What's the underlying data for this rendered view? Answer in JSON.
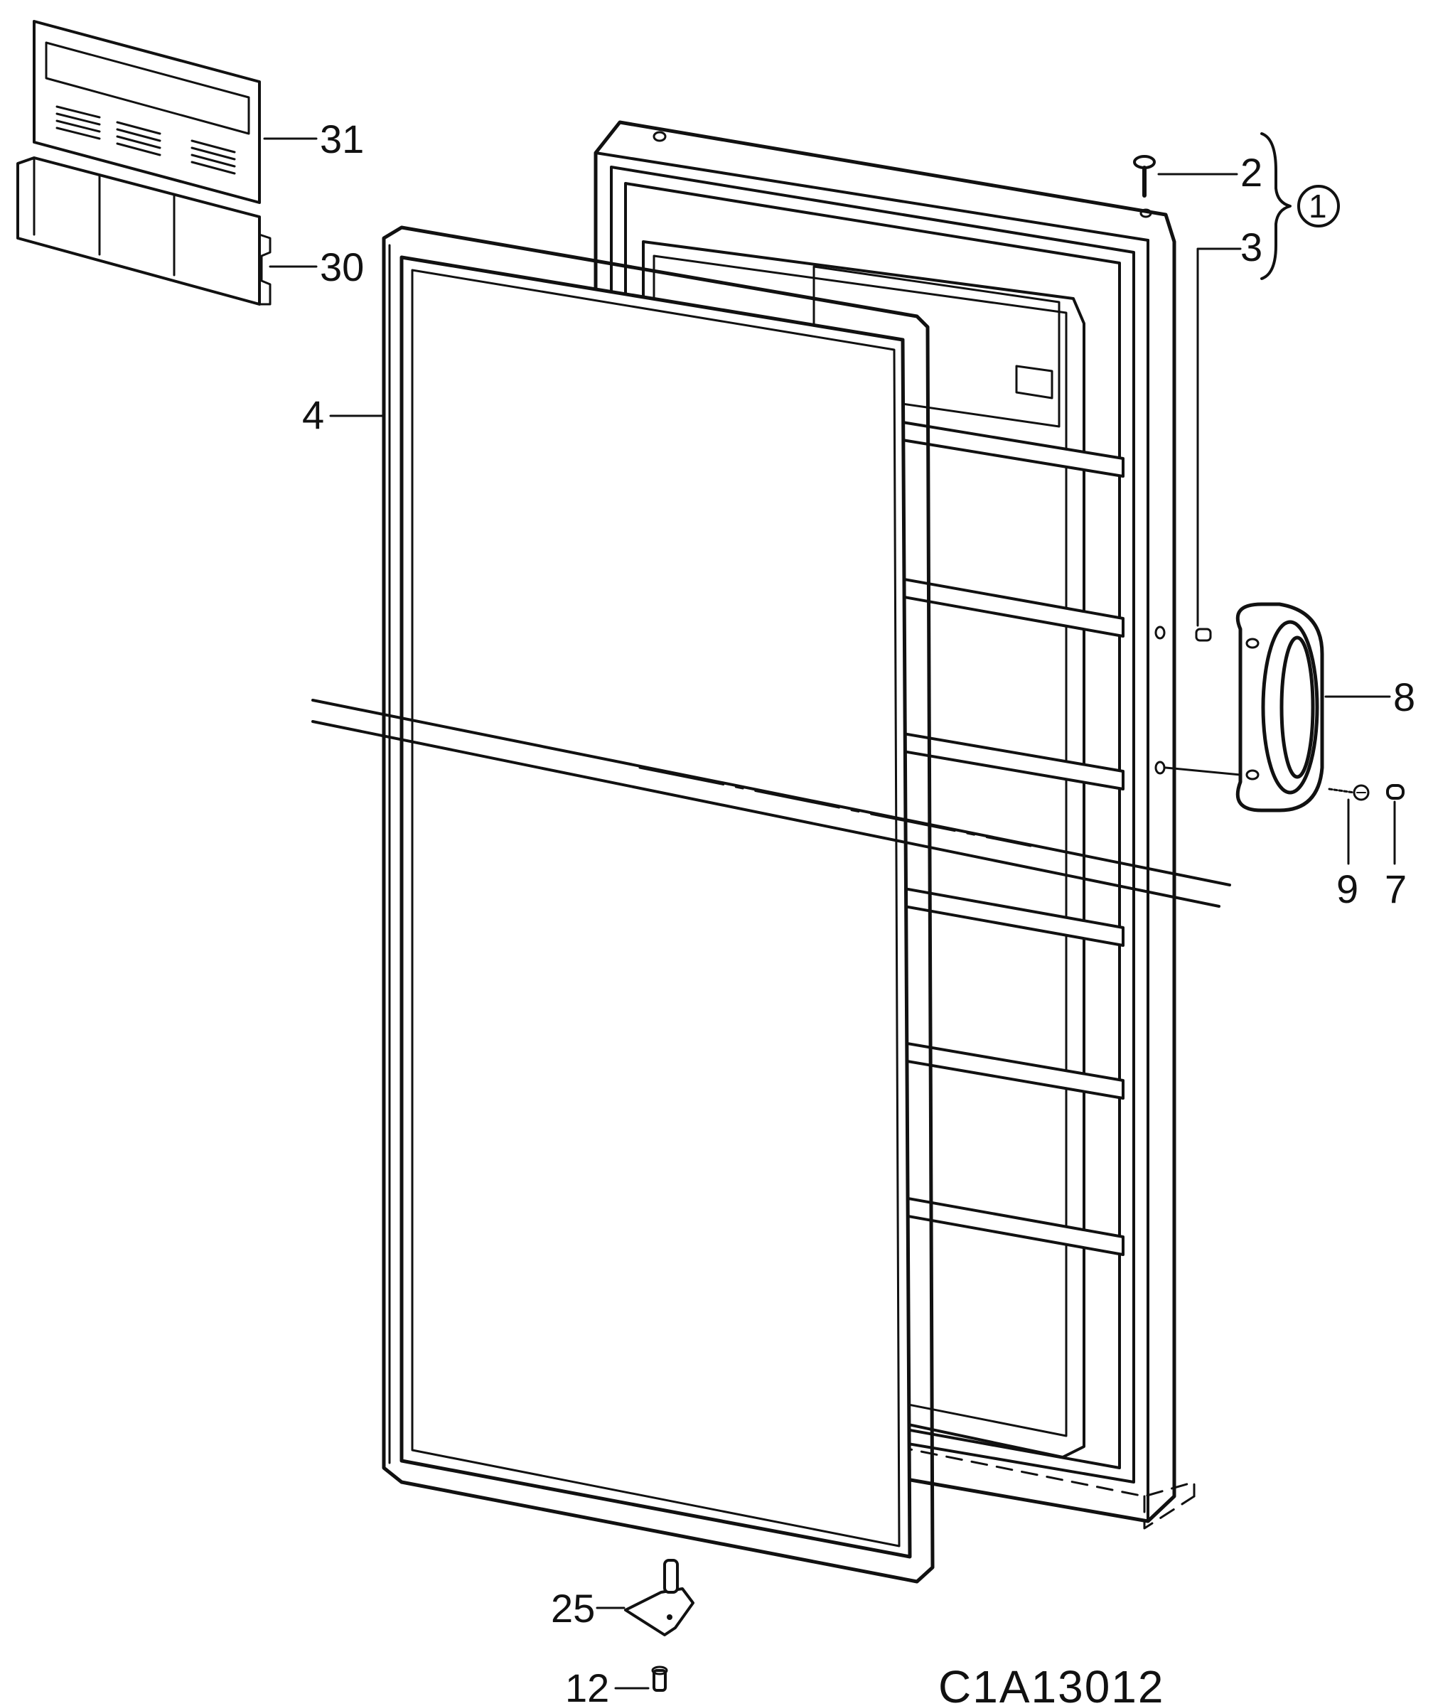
{
  "labels": {
    "l31": "31",
    "l30": "30",
    "l2": "2",
    "l1": "1",
    "l3": "3",
    "l4": "4",
    "l8": "8",
    "l9": "9",
    "l7": "7",
    "l25": "25",
    "l12": "12"
  },
  "drawing_code": "C1A13012",
  "colors": {
    "ink": "#111111",
    "paper": "#ffffff"
  }
}
